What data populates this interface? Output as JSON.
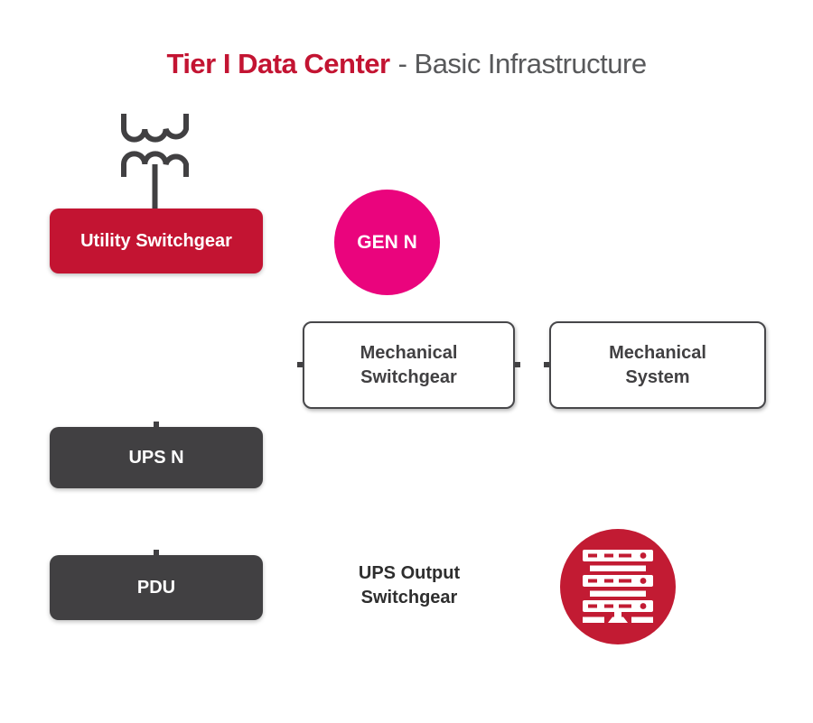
{
  "title": {
    "primary": "Tier I Data Center",
    "secondary": "- Basic Infrastructure"
  },
  "nodes": {
    "utility_switchgear": {
      "label": "Utility Switchgear"
    },
    "gen_n": {
      "label": "GEN N"
    },
    "mechanical_switchgear": {
      "line1": "Mechanical",
      "line2": "Switchgear"
    },
    "mechanical_system": {
      "line1": "Mechanical",
      "line2": "System"
    },
    "ups_n": {
      "label": "UPS N"
    },
    "pdu": {
      "label": "PDU"
    },
    "ups_output_switchgear": {
      "line1": "UPS Output",
      "line2": "Switchgear"
    }
  },
  "icons": {
    "transformer": "transformer-coil-icon",
    "server": "server-rack-icon"
  },
  "colors": {
    "red": "#C31432",
    "pink": "#EA047D",
    "circle-red": "#C21B33",
    "dark": "#414042",
    "icon-gray": "#414042",
    "title-gray": "#58595B",
    "box-border": "#47474A",
    "box-text": "#414042",
    "label-dark": "#2E2E2E"
  }
}
